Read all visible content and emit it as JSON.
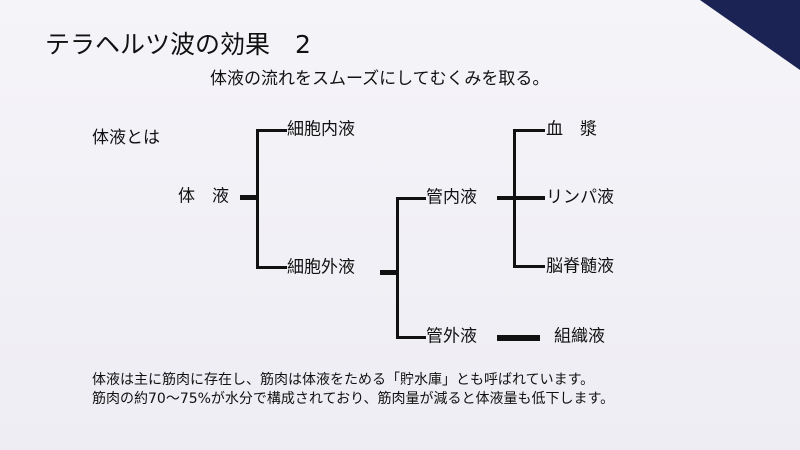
{
  "title": "テラヘルツ波の効果　2",
  "subtitle": "体液の流れをスムーズにしてむくみを取る。",
  "section_label": "体液とは",
  "tree": {
    "root": "体　液",
    "intracellular": "細胞内液",
    "extracellular": "細胞外液",
    "intravascular": "管内液",
    "extravascular": "管外液",
    "plasma": "血　漿",
    "lymph": "リンパ液",
    "csf": "脳脊髄液",
    "tissue": "組織液"
  },
  "notes": [
    "体液は主に筋肉に存在し、筋肉は体液をためる「貯水庫」とも呼ばれています。",
    "筋肉の約70～75%が水分で構成されており、筋肉量が減ると体液量も低下します。"
  ],
  "colors": {
    "accent": "#1b2354"
  }
}
